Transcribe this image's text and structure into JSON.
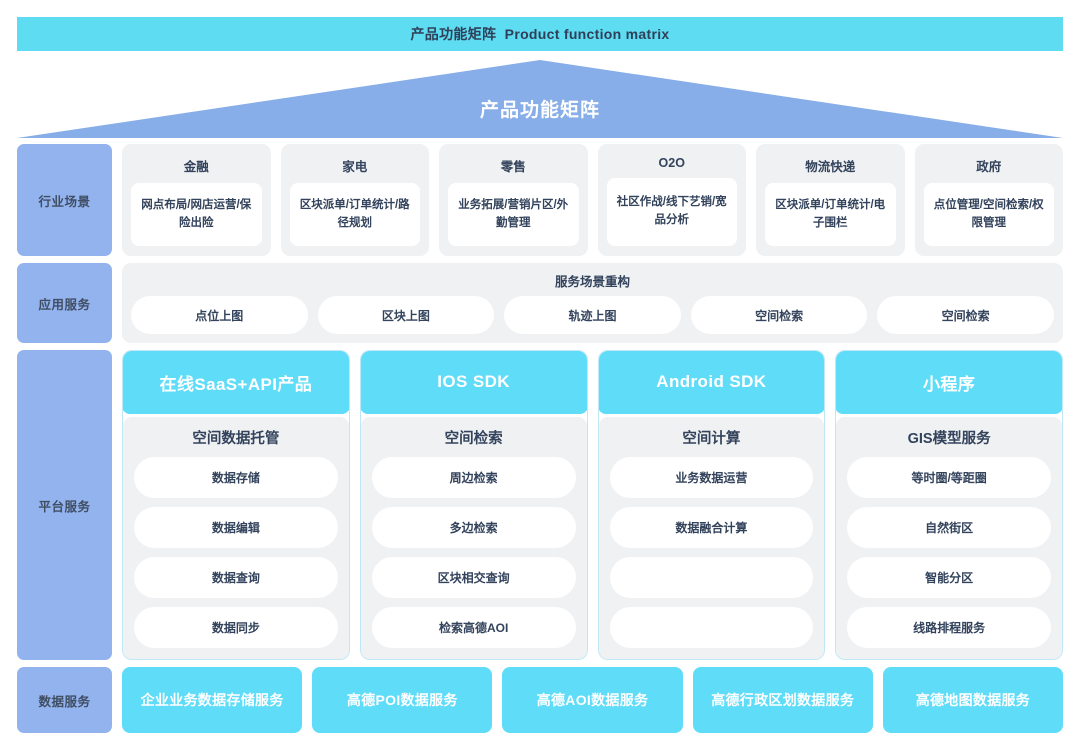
{
  "banner": {
    "text": "产品功能矩阵  Product function matrix"
  },
  "pyramid": {
    "label": "产品功能矩阵"
  },
  "rows": {
    "industry": {
      "label": "行业场景",
      "cards": [
        {
          "title": "金融",
          "desc": "网点布局/网店运营/保险出险"
        },
        {
          "title": "家电",
          "desc": "区块派单/订单统计/路径规划"
        },
        {
          "title": "零售",
          "desc": "业务拓展/营销片区/外勤管理"
        },
        {
          "title": "O2O",
          "desc": "社区作战/线下艺销/宽品分析"
        },
        {
          "title": "物流快递",
          "desc": "区块派单/订单统计/电子围栏"
        },
        {
          "title": "政府",
          "desc": "点位管理/空间检索/权限管理"
        }
      ]
    },
    "application": {
      "label": "应用服务",
      "panel_title": "服务场景重构",
      "pills": [
        "点位上图",
        "区块上图",
        "轨迹上图",
        "空间检索",
        "空间检索"
      ]
    },
    "platform": {
      "label": "平台服务",
      "columns": [
        {
          "header": "在线SaaS+API产品",
          "subtitle": "空间数据托管",
          "items": [
            "数据存储",
            "数据编辑",
            "数据查询",
            "数据同步"
          ]
        },
        {
          "header": "IOS SDK",
          "subtitle": "空间检索",
          "items": [
            "周边检索",
            "多边检索",
            "区块相交查询",
            "检索高德AOI"
          ]
        },
        {
          "header": "Android SDK",
          "subtitle": "空间计算",
          "items": [
            "业务数据运营",
            "数据融合计算",
            "",
            ""
          ]
        },
        {
          "header": "小程序",
          "subtitle": "GIS模型服务",
          "items": [
            "等时圈/等距圈",
            "自然街区",
            "智能分区",
            "线路排程服务"
          ]
        }
      ]
    },
    "data": {
      "label": "数据服务",
      "cards": [
        "企业业务数据存储服务",
        "高德POI数据服务",
        "高德AOI数据服务",
        "高德行政区划数据服务",
        "高德地图数据服务"
      ]
    }
  },
  "colors": {
    "banner_cyan": "#5ddcf2",
    "pyramid_blue": "#87aee8",
    "row_label_blue": "#93b3ef",
    "accent_cyan": "#5fdcf7",
    "panel_gray": "#f0f1f3",
    "text_dark": "#33435c"
  }
}
